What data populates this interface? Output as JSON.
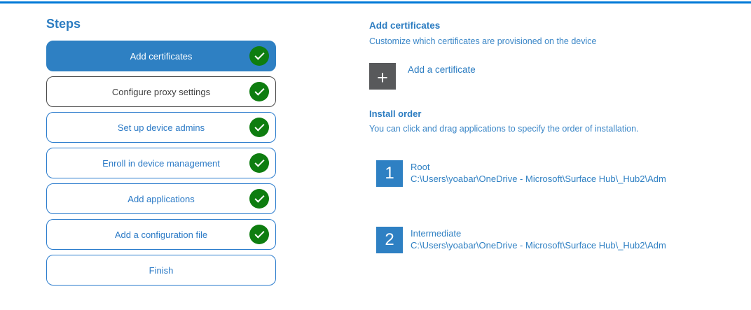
{
  "colors": {
    "accent_line": "#0078d7",
    "active_step_bg": "#2e80c3",
    "step_border_blue": "#2b7ccd",
    "step_border_gray": "#4a4a4a",
    "check_green": "#0e7d10",
    "plus_square_gray": "#58595b",
    "text_blue": "#2b7cc1"
  },
  "sidebar": {
    "title": "Steps",
    "steps": [
      {
        "label": "Add certificates",
        "completed": true,
        "active": true
      },
      {
        "label": "Configure proxy settings",
        "completed": true,
        "active": false
      },
      {
        "label": "Set up device admins",
        "completed": true,
        "active": false
      },
      {
        "label": "Enroll in device management",
        "completed": true,
        "active": false
      },
      {
        "label": "Add applications",
        "completed": true,
        "active": false
      },
      {
        "label": "Add a configuration file",
        "completed": true,
        "active": false
      },
      {
        "label": "Finish",
        "completed": false,
        "active": false
      }
    ]
  },
  "main": {
    "section_title": "Add certificates",
    "section_subtitle": "Customize which certificates are provisioned on the device",
    "add_button": {
      "icon": "plus-icon",
      "label": "Add a certificate"
    },
    "install_order": {
      "title": "Install order",
      "subtitle": "You can click and drag applications to specify the order of installation.",
      "items": [
        {
          "order": "1",
          "name": "Root",
          "path": "C:\\Users\\yoabar\\OneDrive - Microsoft\\Surface Hub\\_Hub2\\Adm"
        },
        {
          "order": "2",
          "name": "Intermediate",
          "path": "C:\\Users\\yoabar\\OneDrive - Microsoft\\Surface Hub\\_Hub2\\Adm"
        }
      ]
    }
  }
}
